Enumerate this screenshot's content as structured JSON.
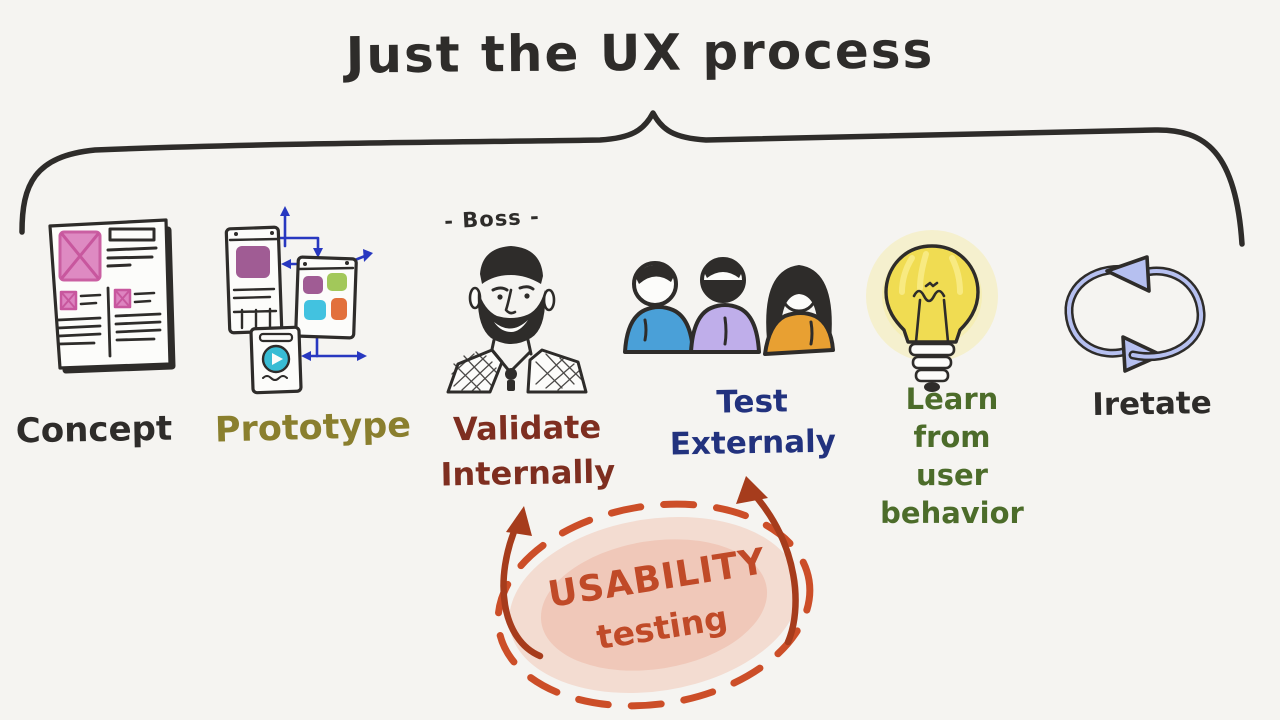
{
  "title": "Just the UX process",
  "colors": {
    "background": "#f5f4f1",
    "paper": "#fcfcfa",
    "ink": "#2e2c2a",
    "concept_label": "#2e2c2a",
    "prototype_label": "#8a7f2e",
    "validate_label": "#7e2e20",
    "test_label": "#22327e",
    "learn_label": "#4c6c2a",
    "iterate_label": "#2e2c2a",
    "usability_text": "#c04a28",
    "usability_dash": "#cc4e28",
    "usability_glow": "#f2c3b2",
    "usability_glow2": "#eeb09c",
    "usability_arrow": "#a63c1c",
    "magenta": "#c8579e",
    "magenta_fill": "#dd84c0",
    "proto_blue_arrow": "#2838c0",
    "block_purple": "#a05c94",
    "block_green": "#a2c85a",
    "block_cyan": "#42c2e0",
    "block_orange": "#e2703c",
    "play_teal": "#38bcd4",
    "shirt_blue": "#4aa0d8",
    "shirt_lavender": "#bfaeea",
    "shirt_orange": "#e8a032",
    "bulb_yellow": "#f0dc52",
    "bulb_glow": "#f5ec9c",
    "bulb_streak": "#f8eb86",
    "loop_periwinkle": "#b6c0f0"
  },
  "steps": [
    {
      "label": "Concept"
    },
    {
      "label": "Prototype"
    },
    {
      "annotation": "- Boss -",
      "lines": [
        "Validate",
        "Internally"
      ]
    },
    {
      "lines": [
        "Test",
        "Externaly"
      ]
    },
    {
      "lines": [
        "Learn",
        "from",
        "user",
        "behavior"
      ]
    },
    {
      "label": "Iretate"
    }
  ],
  "usability": {
    "lines": [
      "USABILITY",
      "testing"
    ]
  }
}
